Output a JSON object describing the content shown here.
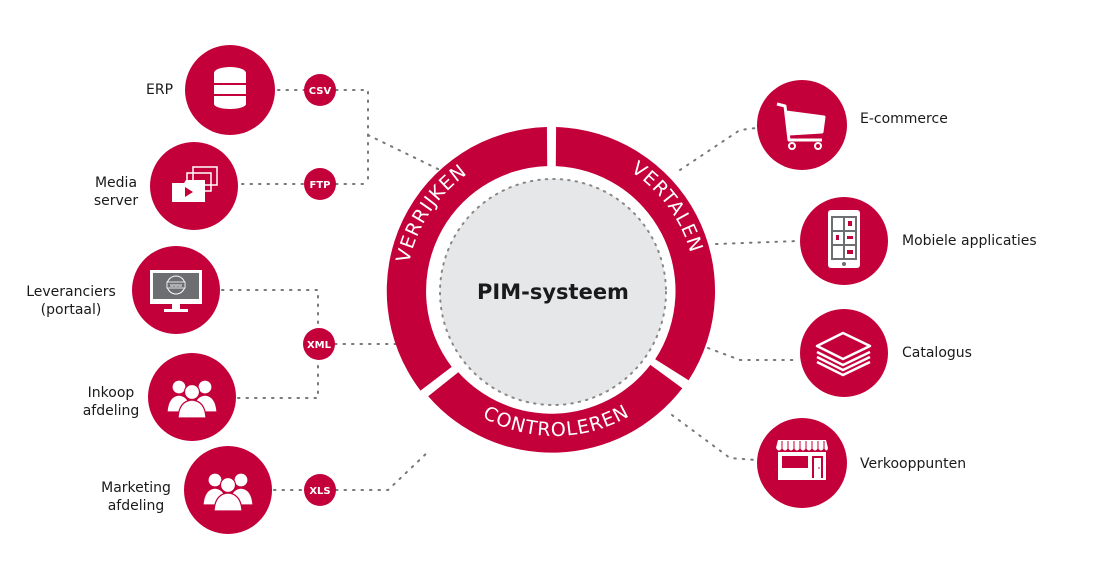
{
  "colors": {
    "accent": "#c4003a",
    "core_fill": "#e6e7e9",
    "dots": "#777777",
    "text": "#1a1a1a",
    "icon": "#ffffff"
  },
  "center": {
    "title": "PIM-systeem",
    "segments": [
      {
        "id": "verrijken",
        "label": "VERRIJKEN"
      },
      {
        "id": "vertalen",
        "label": "VERTALEN"
      },
      {
        "id": "controleren",
        "label": "CONTROLEREN"
      }
    ]
  },
  "sources": [
    {
      "id": "erp",
      "label_lines": [
        "ERP"
      ],
      "icon": "database-icon",
      "format": "CSV"
    },
    {
      "id": "media",
      "label_lines": [
        "Media",
        "server"
      ],
      "icon": "media-folder-icon",
      "format": "FTP"
    },
    {
      "id": "leveranciers",
      "label_lines": [
        "Leveranciers",
        "(portaal)"
      ],
      "icon": "web-monitor-icon",
      "format": "XML"
    },
    {
      "id": "inkoop",
      "label_lines": [
        "Inkoop",
        "afdeling"
      ],
      "icon": "people-group-icon",
      "format": "XML"
    },
    {
      "id": "marketing",
      "label_lines": [
        "Marketing",
        "afdeling"
      ],
      "icon": "people-group-icon",
      "format": "XLS"
    }
  ],
  "formats": [
    "CSV",
    "FTP",
    "XML",
    "XLS"
  ],
  "outputs": [
    {
      "id": "ecommerce",
      "label": "E-commerce",
      "icon": "shopping-cart-icon"
    },
    {
      "id": "mobile",
      "label": "Mobiele applicaties",
      "icon": "mobile-app-icon"
    },
    {
      "id": "catalogus",
      "label": "Catalogus",
      "icon": "layers-catalog-icon"
    },
    {
      "id": "verkooppunten",
      "label": "Verkooppunten",
      "icon": "storefront-icon"
    }
  ]
}
